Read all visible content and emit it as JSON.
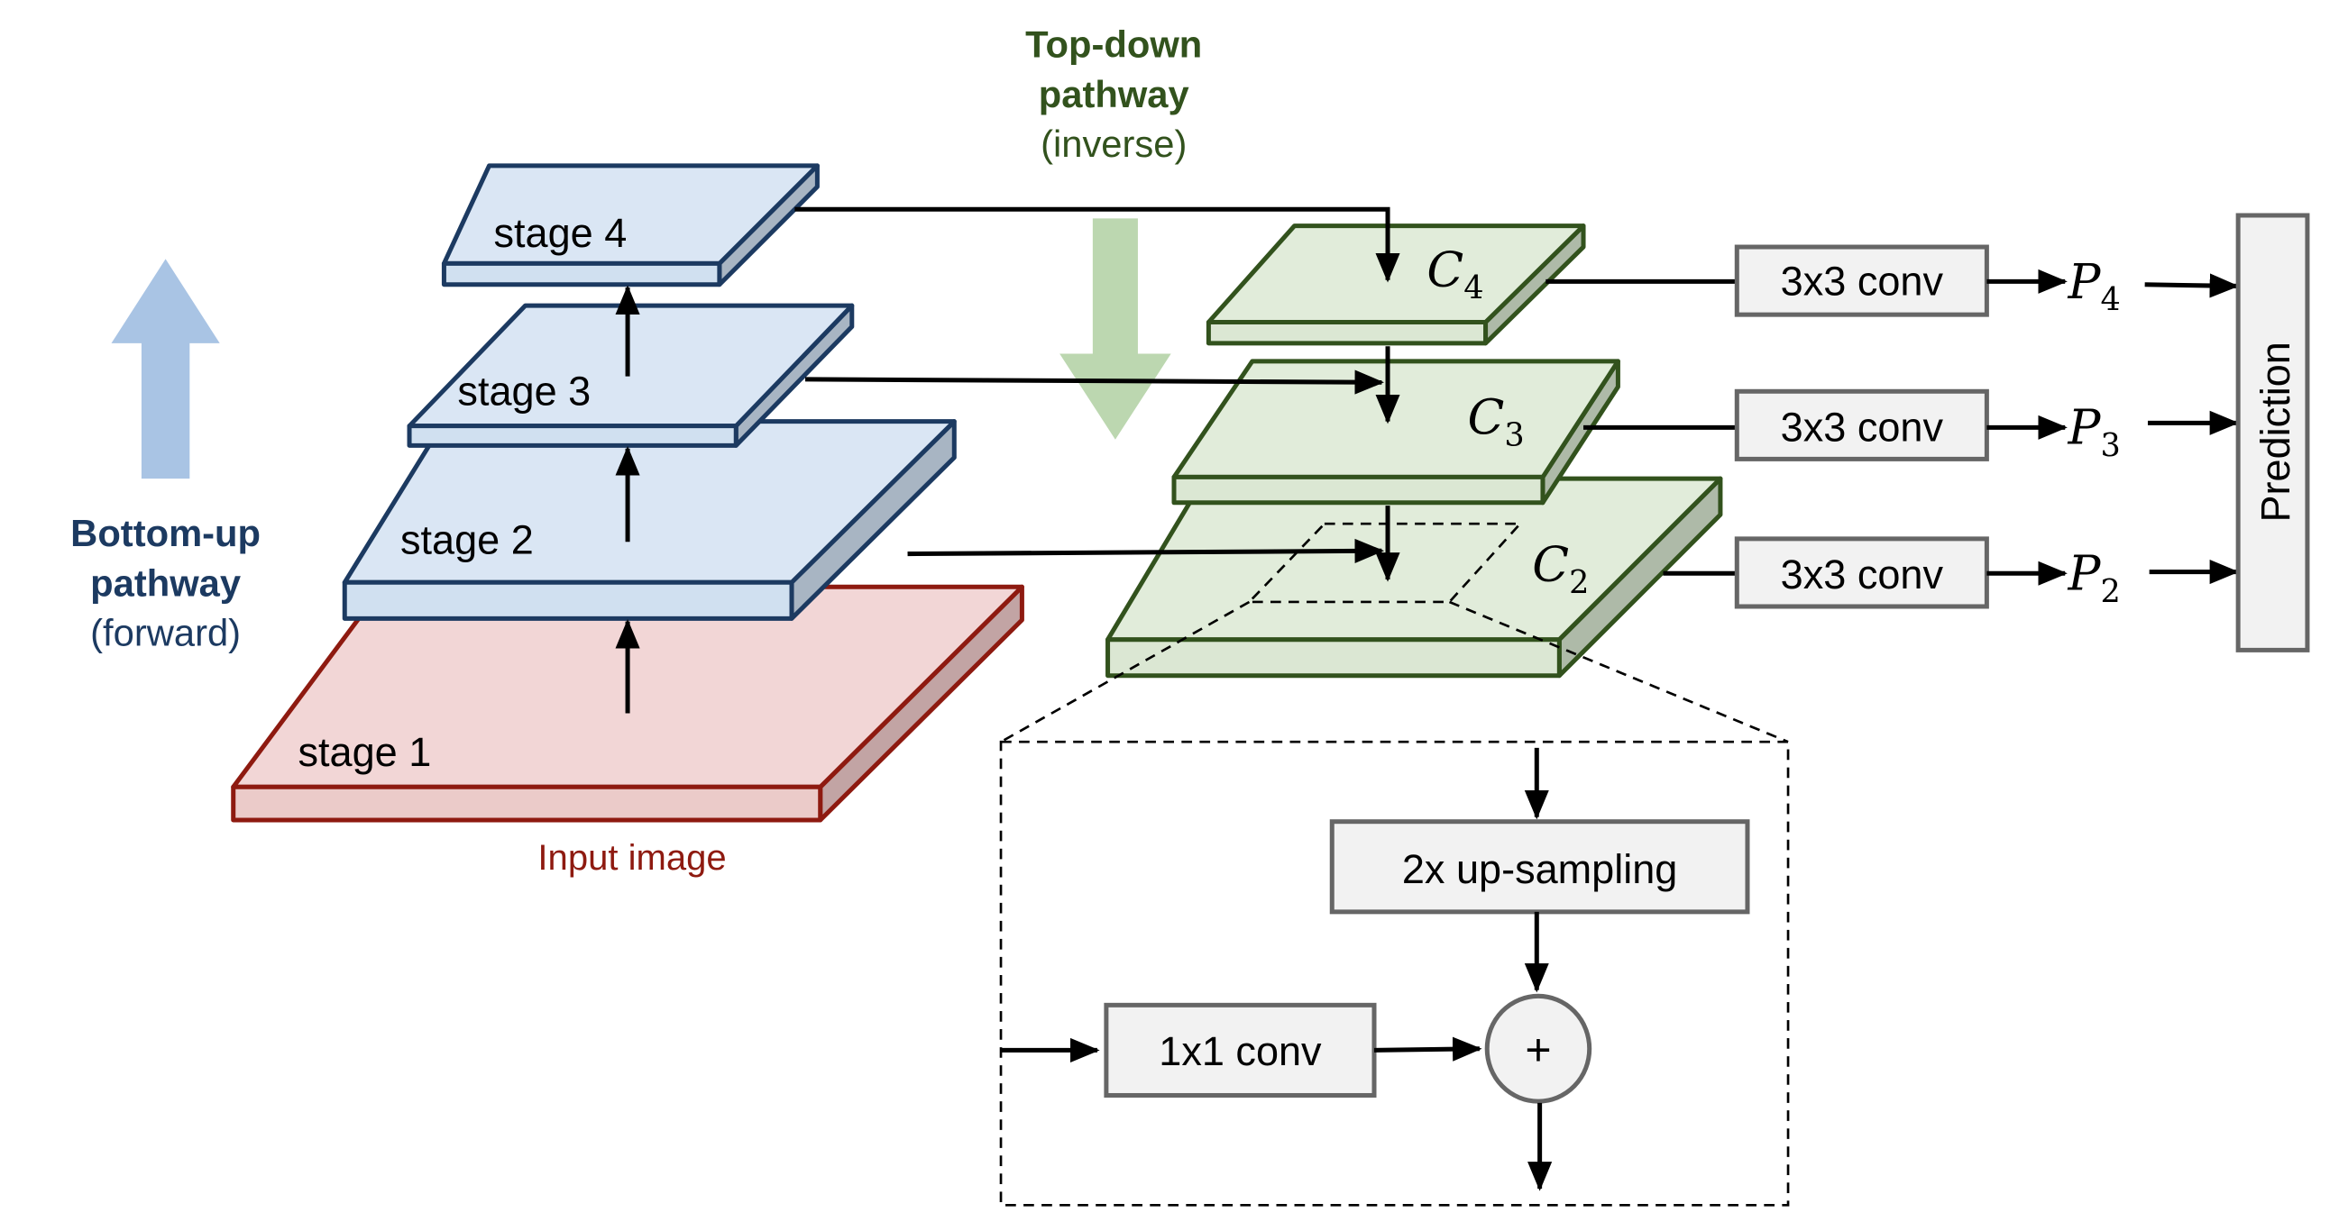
{
  "diagram": {
    "title": "Feature Pyramid Network architecture",
    "bottom_up": {
      "title_line1": "Bottom-up",
      "title_line2": "pathway",
      "subtitle": "(forward)",
      "color": "#1c3a61",
      "arrow_color": "#a9c4e4"
    },
    "top_down": {
      "title_line1": "Top-down",
      "title_line2": "pathway",
      "subtitle": "(inverse)",
      "color": "#32521d",
      "arrow_color": "#bcd7b0"
    },
    "stages": [
      {
        "label": "stage 1",
        "role": "input"
      },
      {
        "label": "stage 2"
      },
      {
        "label": "stage 3"
      },
      {
        "label": "stage 4"
      }
    ],
    "input_label": "Input image",
    "input_label_color": "#8e1a10",
    "feature_maps": [
      {
        "letter": "C",
        "sub": "4"
      },
      {
        "letter": "C",
        "sub": "3"
      },
      {
        "letter": "C",
        "sub": "2"
      }
    ],
    "conv_boxes": [
      {
        "label": "3x3 conv"
      },
      {
        "label": "3x3 conv"
      },
      {
        "label": "3x3 conv"
      }
    ],
    "outputs": [
      {
        "letter": "P",
        "sub": "4"
      },
      {
        "letter": "P",
        "sub": "3"
      },
      {
        "letter": "P",
        "sub": "2"
      }
    ],
    "prediction_label": "Prediction",
    "inset": {
      "upsample_label": "2x up-sampling",
      "lateral_label": "1x1 conv",
      "sum_symbol": "+"
    },
    "edges": [
      {
        "from": "stage 1",
        "to": "stage 2"
      },
      {
        "from": "stage 2",
        "to": "stage 3"
      },
      {
        "from": "stage 3",
        "to": "stage 4"
      },
      {
        "from": "stage 4",
        "to": "C4"
      },
      {
        "from": "stage 3",
        "to": "C3"
      },
      {
        "from": "stage 2",
        "to": "C2"
      },
      {
        "from": "C4",
        "to": "C3"
      },
      {
        "from": "C3",
        "to": "C2"
      },
      {
        "from": "C4",
        "to": "3x3 conv",
        "then": "P4"
      },
      {
        "from": "C3",
        "to": "3x3 conv",
        "then": "P3"
      },
      {
        "from": "C2",
        "to": "3x3 conv",
        "then": "P2"
      },
      {
        "from": "P4",
        "to": "Prediction"
      },
      {
        "from": "P3",
        "to": "Prediction"
      },
      {
        "from": "P2",
        "to": "Prediction"
      }
    ]
  }
}
